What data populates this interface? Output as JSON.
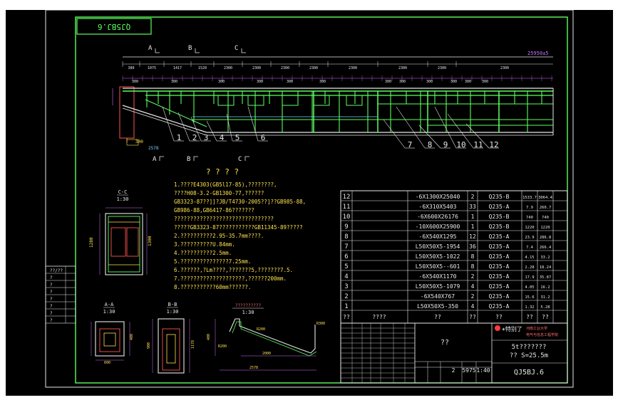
{
  "drawing_no_top": "QJ5BJ.6",
  "drawing_no": "QJ5BJ.6",
  "dim_total": "25950±5",
  "top_dims": [
    "380",
    "1075",
    "1417",
    "1520",
    "2300",
    "2300",
    "2300",
    "2300",
    "2300",
    "2300",
    "2300",
    "2300"
  ],
  "section_marks": [
    "A",
    "B",
    "C"
  ],
  "section_marks_bottom": [
    "A",
    "B",
    "C"
  ],
  "balloons": [
    "1",
    "2",
    "3",
    "4",
    "5",
    "6",
    "7",
    "8",
    "9",
    "10",
    "11",
    "12"
  ],
  "notes": {
    "title": "? ? ? ?",
    "lines": [
      "1.????E4303(GB5l17-85),????????,",
      " ????H08-3.2-GB1300-77,??????",
      " GB3323-87??]]?JB/T4730-2005??]??GB985-88,",
      " GB986-88,GB6417-86???????",
      " ???????????????????????????????",
      " ?????GB3323-87???????????GB11345-89?????",
      "2.??????????2.95-35.7mm????.",
      "3.??????????U.84mm.",
      "4.??????????2.5mm.",
      "5.???????????????7.25mm.",
      "6.??????,?Lm????,???????5,???????7.5.",
      "7.????????????????????,??????200mm.",
      "8.???????????60mm??????."
    ]
  },
  "views": {
    "cc": {
      "label": "C-C",
      "scale": "1:30"
    },
    "aa": {
      "label": "A-A",
      "scale": "1:30"
    },
    "bb": {
      "label": "B-B",
      "scale": "1:30"
    },
    "detail": {
      "label": "??????????",
      "scale": "1:30"
    }
  },
  "bom": [
    {
      "no": "12",
      "spec": "-6X1300X25040",
      "qty": "2",
      "mat": "Q235-B",
      "w1": "1533.7",
      "w2": "3064.4"
    },
    {
      "no": "11",
      "spec": "-6X310X5403",
      "qty": "33",
      "mat": "Q235-A",
      "w1": "7.9",
      "w2": "260.7"
    },
    {
      "no": "10",
      "spec": "-6X600X26176",
      "qty": "1",
      "mat": "Q235-B",
      "w1": "740",
      "w2": "740"
    },
    {
      "no": "9",
      "spec": "-10X600X25900",
      "qty": "1",
      "mat": "Q235-B",
      "w1": "1220",
      "w2": "1220"
    },
    {
      "no": "8",
      "spec": "-6X540X1295",
      "qty": "12",
      "mat": "Q235-A",
      "w1": "23.9",
      "w2": "286.8"
    },
    {
      "no": "7",
      "spec": "L50X50X5-1954",
      "qty": "36",
      "mat": "Q235-A",
      "w1": "7.4",
      "w2": "266.4"
    },
    {
      "no": "6",
      "spec": "L50X50X5-1022",
      "qty": "8",
      "mat": "Q235-A",
      "w1": "4.15",
      "w2": "33.2"
    },
    {
      "no": "5",
      "spec": "L50X50X5--601",
      "qty": "8",
      "mat": "Q235-A",
      "w1": "2.28",
      "w2": "18.24"
    },
    {
      "no": "4",
      "spec": "-6X540X1170",
      "qty": "2",
      "mat": "Q235-A",
      "w1": "17.9",
      "w2": "35.87"
    },
    {
      "no": "3",
      "spec": "L50X50X5-1079",
      "qty": "4",
      "mat": "Q235-A",
      "w1": "4.05",
      "w2": "16.2"
    },
    {
      "no": "2",
      "spec": "-6X540X767",
      "qty": "2",
      "mat": "Q235-A",
      "w1": "15.6",
      "w2": "31.2"
    },
    {
      "no": "1",
      "spec": "L50X50X5-350",
      "qty": "4",
      "mat": "Q235-A",
      "w1": "1.32",
      "w2": "5.28"
    }
  ],
  "header_row": [
    "??",
    "????",
    "??",
    "??",
    "??",
    "??",
    "??"
  ],
  "title_block": {
    "part_name": "??",
    "company": "✶特别了",
    "company_sub1": "河南工业大学",
    "company_sub2": "电气与信息工程学院",
    "product_line1": "5t???????",
    "product_line2": "?? S=25.5m",
    "sheet": "2",
    "weight": "5975",
    "scale": "1:40"
  },
  "left_strip": [
    "??/??",
    "?",
    "?",
    "?",
    "?",
    "?",
    "?",
    "?"
  ]
}
